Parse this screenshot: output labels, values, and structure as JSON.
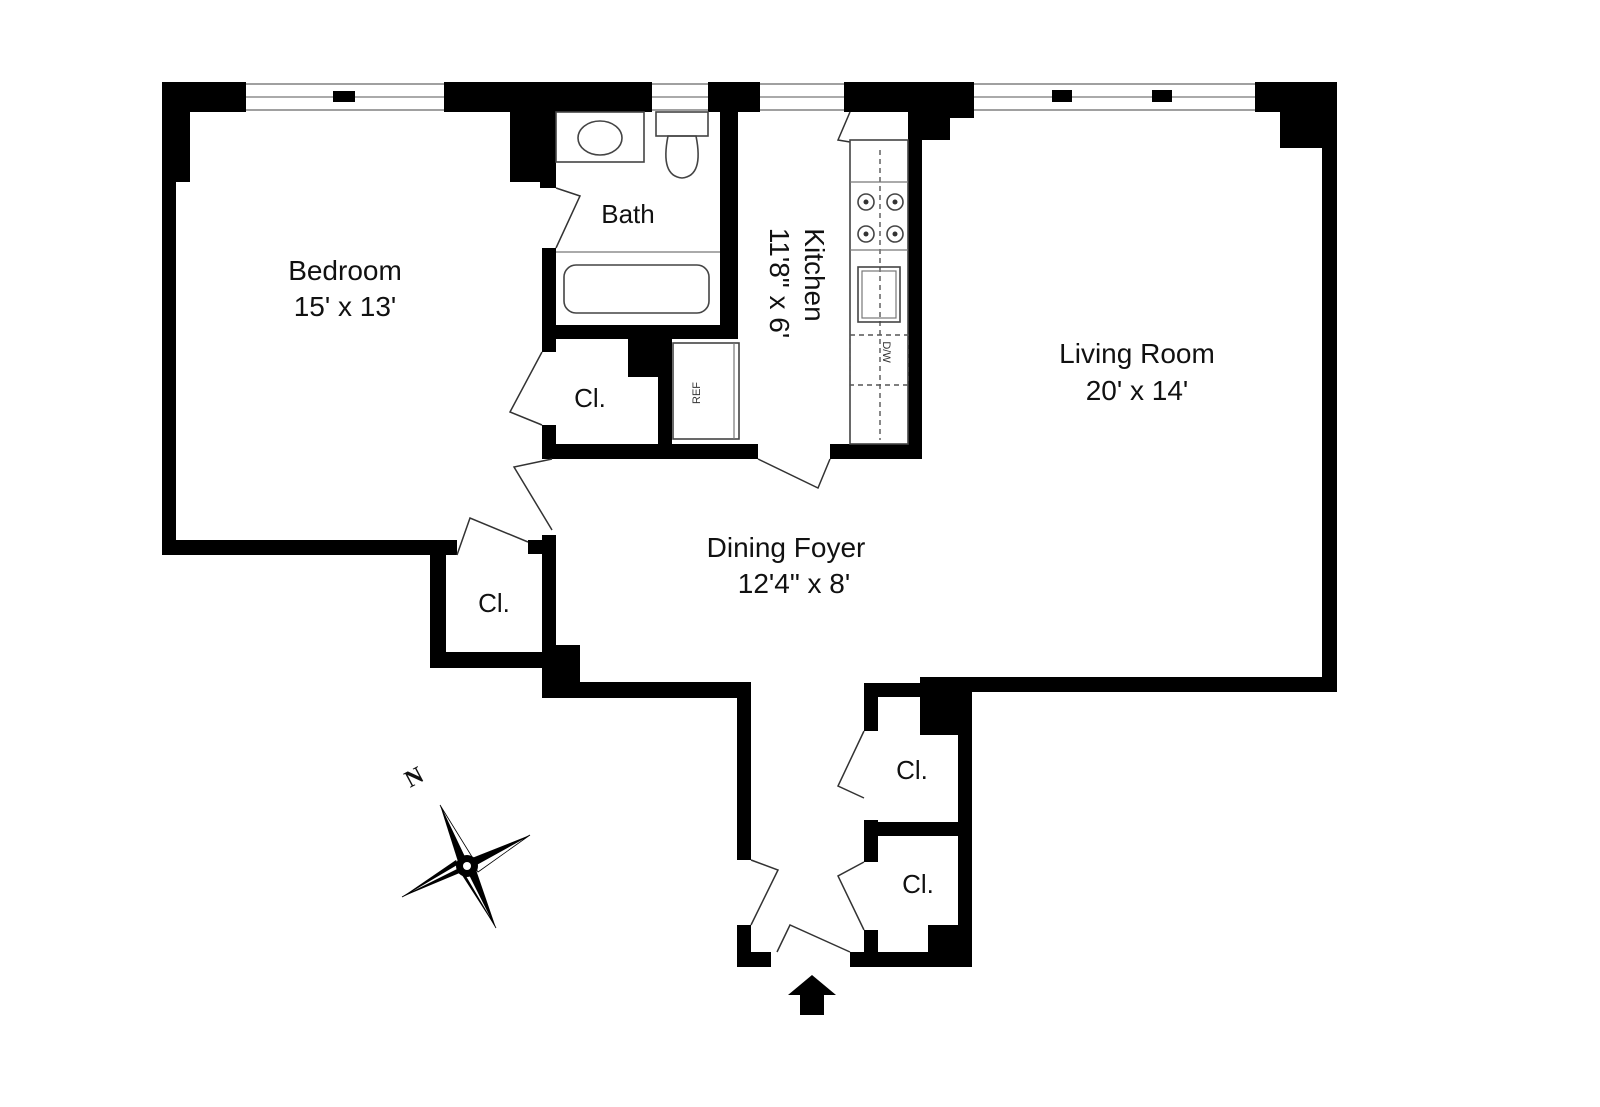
{
  "floorplan": {
    "rooms": {
      "bedroom": {
        "name": "Bedroom",
        "dimensions": "15' x 13'"
      },
      "bath": {
        "name": "Bath"
      },
      "kitchen": {
        "name": "Kitchen",
        "dimensions": "11'8\" x 6'"
      },
      "living_room": {
        "name": "Living Room",
        "dimensions": "20' x 14'"
      },
      "dining_foyer": {
        "name": "Dining Foyer",
        "dimensions": "12'4\" x 8'"
      }
    },
    "closets": [
      {
        "label": "Cl."
      },
      {
        "label": "Cl."
      },
      {
        "label": "Cl."
      },
      {
        "label": "Cl."
      }
    ],
    "appliances": {
      "refrigerator": "REF",
      "dishwasher": "D/W"
    },
    "compass": {
      "north_label": "N",
      "icon": "compass-rose-icon"
    },
    "entry": {
      "icon": "entry-arrow-icon"
    },
    "colors": {
      "wall": "#000000",
      "background": "#ffffff",
      "fixture_line": "#444444"
    }
  }
}
